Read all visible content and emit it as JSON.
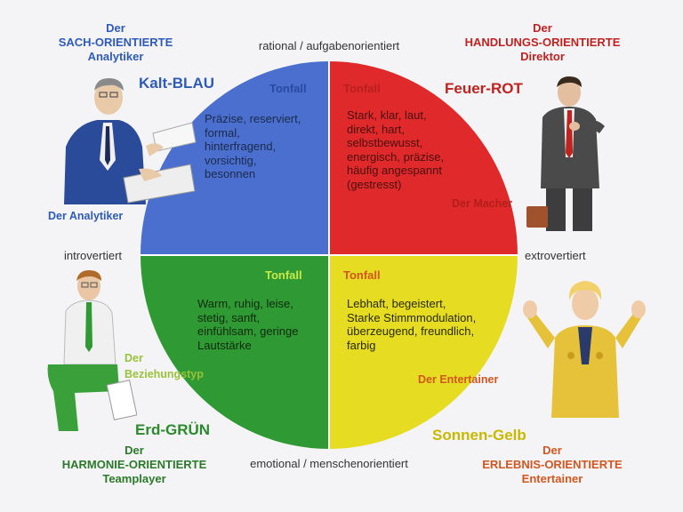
{
  "colors": {
    "blue": "#4a6fcf",
    "red": "#e0292a",
    "green": "#2f9a33",
    "yellow": "#e6dc22",
    "blue_text": "#2e5bb8",
    "red_text": "#c0221f",
    "green_text": "#2b8a2b",
    "yellow_text": "#c8b800",
    "orange_text": "#d2561f"
  },
  "axes": {
    "top": "rational / aufgabenorientiert",
    "bottom": "emotional / menschenorientiert",
    "left": "introvertiert",
    "right": "extrovertiert"
  },
  "blue": {
    "corner_1": "Der",
    "corner_2": "SACH-ORIENTIERTE",
    "corner_3": "Analytiker",
    "name": "Kalt-BLAU",
    "tonfall": "Tonfall",
    "text": "Präzise, reserviert,\nformal,\nhinterfragend,\nvorsichtig,\nbesonnen",
    "role": "Der Analytiker"
  },
  "red": {
    "corner_1": "Der",
    "corner_2": "HANDLUNGS-ORIENTIERTE",
    "corner_3": "Direktor",
    "name": "Feuer-ROT",
    "tonfall": "Tonfall",
    "text": "Stark, klar, laut,\ndirekt, hart,\nselbstbewusst,\nenergisch, präzise,\nhäufig angespannt\n(gestresst)",
    "role": "Der Macher"
  },
  "green": {
    "corner_1": "Der",
    "corner_2": "HARMONIE-ORIENTIERTE",
    "corner_3": "Teamplayer",
    "name": "Erd-GRÜN",
    "tonfall": "Tonfall",
    "text": "Warm, ruhig, leise,\nstetig, sanft,\neinfühlsam, geringe\nLautstärke",
    "role_1": "Der",
    "role_2": "Beziehungstyp"
  },
  "yellow": {
    "corner_1": "Der",
    "corner_2": "ERLEBNIS-ORIENTIERTE",
    "corner_3": "Entertainer",
    "name": "Sonnen-Gelb",
    "tonfall": "Tonfall",
    "text": "Lebhaft, begeistert,\nStarke Stimmmodulation,\nüberzeugend, freundlich,\nfarbig",
    "role": "Der Entertainer"
  },
  "figures": {
    "top_left": "analyst-illustration",
    "top_right": "director-illustration",
    "bottom_left": "teamplayer-illustration",
    "bottom_right": "entertainer-illustration"
  }
}
